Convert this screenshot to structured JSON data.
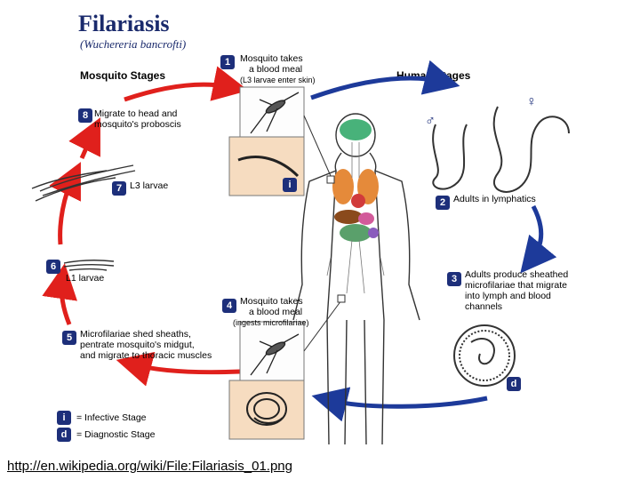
{
  "header": {
    "title": "Filariasis",
    "subtitle": "(Wuchereria bancrofti)"
  },
  "sections": {
    "mosquito": "Mosquito Stages",
    "human": "Human Stages"
  },
  "steps": [
    {
      "num": "1",
      "lines": [
        "Mosquito takes",
        "a blood meal"
      ],
      "note": "(L3 larvae enter skin)"
    },
    {
      "num": "2",
      "lines": [
        "Adults in lymphatics"
      ]
    },
    {
      "num": "3",
      "lines": [
        "Adults produce sheathed",
        "microfilariae that migrate",
        "into lymph and blood",
        "channels"
      ]
    },
    {
      "num": "4",
      "lines": [
        "Mosquito takes",
        "a blood meal"
      ],
      "note": "(ingests microfilariae)"
    },
    {
      "num": "5",
      "lines": [
        "Microfilariae shed sheaths,",
        "pentrate mosquito's midgut,",
        "and migrate to thoracic muscles"
      ]
    },
    {
      "num": "6",
      "lines": [
        "L1 larvae"
      ]
    },
    {
      "num": "7",
      "lines": [
        "L3 larvae"
      ]
    },
    {
      "num": "8",
      "lines": [
        "Migrate to head and",
        "mosquito's proboscis"
      ]
    }
  ],
  "sex_symbols": {
    "male": "♂",
    "female": "♀"
  },
  "legend": [
    {
      "badge": "i",
      "text": "= Infective Stage"
    },
    {
      "badge": "d",
      "text": "= Diagnostic Stage"
    }
  ],
  "footer": {
    "url": "http://en.wikipedia.org/wiki/File:Filariasis_01.png"
  },
  "colors": {
    "mosquito_arrow": "#e0201c",
    "human_arrow": "#1d3a9a",
    "badge": "#1d2f7a",
    "panel": "#f6dcc0",
    "title": "#1a2a6c"
  }
}
